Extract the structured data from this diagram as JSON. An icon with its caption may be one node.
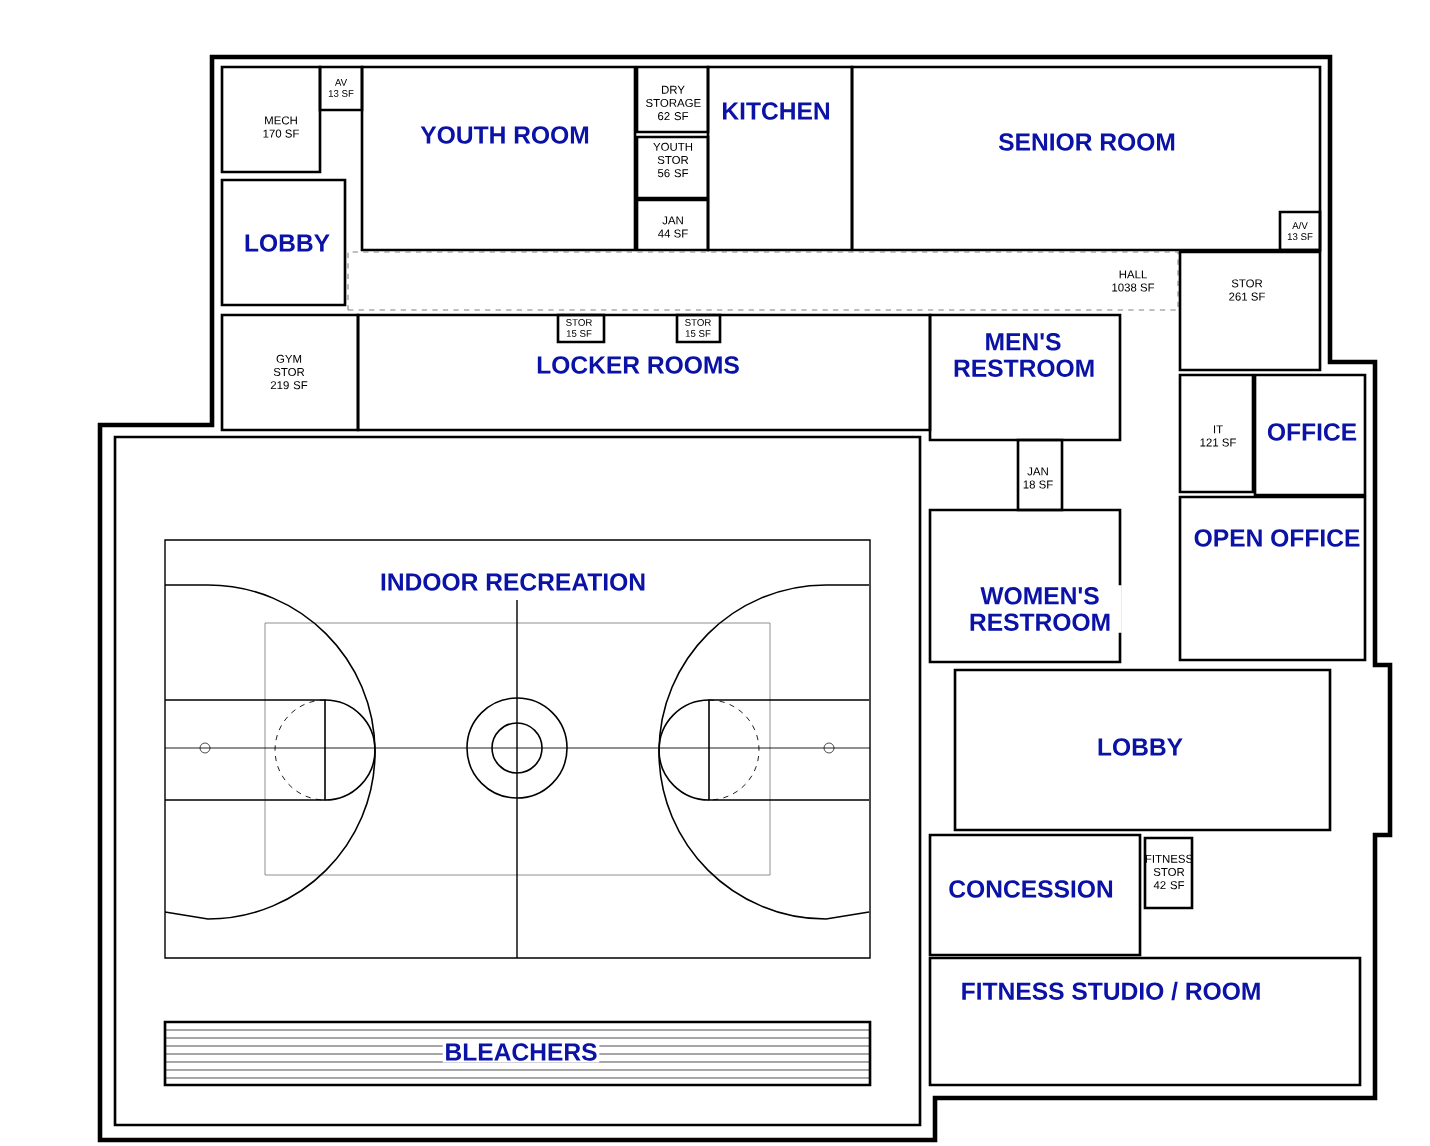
{
  "diagram": {
    "nodes": [
      {
        "text": [
          "MECH",
          "170 SF"
        ]
      },
      {
        "text": [
          "AV",
          "13 SF"
        ]
      },
      {
        "text": [
          "YOUTH ROOM"
        ]
      },
      {
        "text": [
          "DRY STORAGE",
          "62 SF"
        ]
      },
      {
        "text": [
          "KITCHEN"
        ]
      },
      {
        "text": [
          "YOUTH STOR",
          "56 SF"
        ]
      },
      {
        "text": [
          "JAN",
          "44 SF"
        ]
      },
      {
        "text": [
          "SENIOR ROOM"
        ]
      },
      {
        "text": [
          "LOBBY"
        ]
      },
      {
        "text": [
          "A/V",
          "13 SF"
        ],
        "in": 7
      },
      {
        "text": [
          "HALL",
          "1038 SF"
        ]
      },
      {
        "text": [
          "STOR",
          "261 SF"
        ]
      },
      {
        "text": [
          "GYM STOR",
          "219 SF"
        ]
      },
      {
        "text": [
          "LOCKER ROOMS"
        ]
      },
      {
        "text": [
          "STOR",
          "15 SF"
        ],
        "in": 13
      },
      {
        "text": [
          "STOR",
          "15 SF"
        ],
        "in": 13
      },
      {
        "text": [
          "MEN'S RESTROOM"
        ]
      },
      {
        "text": [
          "JAN",
          "18 SF"
        ]
      },
      {
        "text": [
          "WOMEN'S RESTROOM"
        ]
      },
      {
        "text": [
          "IT",
          "121 SF"
        ]
      },
      {
        "text": [
          "OFFICE"
        ]
      },
      {
        "text": [
          "OPEN OFFICE"
        ]
      },
      {
        "text": [
          "INDOOR RECREATION"
        ]
      },
      {
        "text": [
          "BLEACHERS"
        ],
        "in": 22
      },
      {
        "text": [
          "LOBBY"
        ]
      },
      {
        "text": [
          "CONCESSION"
        ]
      },
      {
        "text": [
          "FITNESS STOR",
          "42 SF"
        ]
      },
      {
        "text": [
          "FITNESS STUDIO / ROOM"
        ]
      }
    ]
  }
}
